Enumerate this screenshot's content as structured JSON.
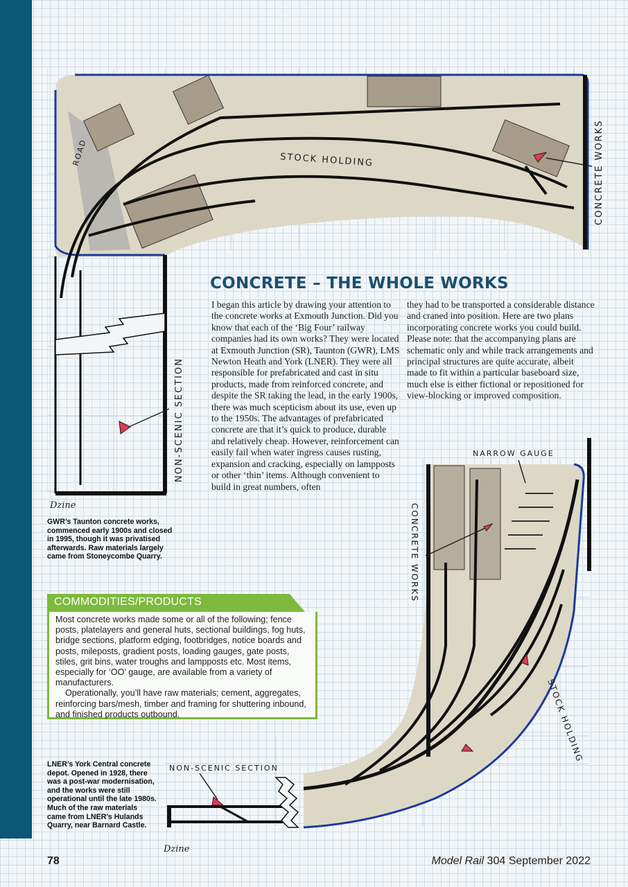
{
  "article": {
    "title": "CONCRETE – THE WHOLE WORKS",
    "col1": "I began this article by drawing your attention to the concrete works at Exmouth Junction. Did you know that each of the ‘Big Four’ railway companies had its own works? They were located at Exmouth Junction (SR), Taunton (GWR), LMS Newton Heath and York (LNER). They were all responsible for prefabricated and cast in situ products, made from reinforced concrete, and despite the SR taking the lead, in the early 1900s, there was much scepticism about its use, even up to the 1950s. The advantages of prefabricated concrete are that it’s quick to produce, durable and relatively cheap. However, reinforcement can easily fail when water ingress causes rusting, expansion and cracking, especially on lampposts or other ‘thin’ items. Although convenient to build in great numbers, often",
    "col2": "they had to be transported a considerable distance and craned into position. Here are two plans incorporating concrete works you could build. Please note: that the accompanying plans are schematic only and while track arrangements and principal structures are quite accurate, albeit made to fit within a particular baseboard size, much else is either fictional or repositioned for view-blocking or improved composition."
  },
  "plan1": {
    "labels": {
      "road": "ROAD",
      "stock": "STOCK HOLDING",
      "works": "CONCRETE WORKS",
      "nonscenic": "NON-SCENIC SECTION"
    },
    "signature": "Dzine",
    "caption": "GWR’s Taunton concrete works, commenced early 1900s and closed in 1995, though it was privatised afterwards. Raw materials largely came from Stoneycombe Quarry."
  },
  "plan2": {
    "labels": {
      "narrow": "NARROW GAUGE",
      "works": "CONCRETE WORKS",
      "stock": "STOCK HOLDING",
      "nonscenic": "NON-SCENIC SECTION"
    },
    "signature": "Dzine",
    "caption": "LNER’s York Central concrete depot. Opened in 1928, there was a post-war modernisation, and the works were still operational until the late 1980s. Much of the raw materials came from LNER’s Hulands Quarry, near Barnard Castle."
  },
  "commodities": {
    "heading": "COMMODITIES/PRODUCTS",
    "para1": "Most concrete works made some or all of the following; fence posts, platelayers and general huts, sectional buildings, fog huts, bridge sections, platform edging, footbridges, notice boards and posts, mileposts, gradient posts, loading gauges, gate posts, stiles, grit bins, water troughs and lampposts etc. Most items, especially for ‘OO’ gauge, are available from a variety of manufacturers.",
    "para2": "Operationally, you’ll have raw materials; cement, aggregates, reinforcing bars/mesh, timber and framing for shuttering inbound, and finished products outbound."
  },
  "footer": {
    "page_number": "78",
    "magazine": "Model Rail",
    "issue": "304 September 2022"
  },
  "colors": {
    "spine": "#0b5777",
    "heading": "#1c4f70",
    "box_green": "#7dba3d",
    "baseboard_outline": "#1a3aa0"
  }
}
